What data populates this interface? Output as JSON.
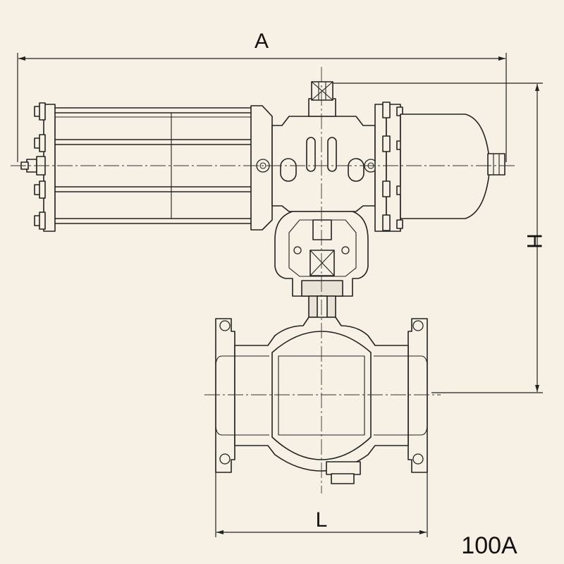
{
  "dimensions": {
    "a_label": "A",
    "h_label": "H",
    "l_label": "L"
  },
  "size_label": "100A",
  "colors": {
    "background": "#f6f1e4",
    "line": "#222222"
  }
}
